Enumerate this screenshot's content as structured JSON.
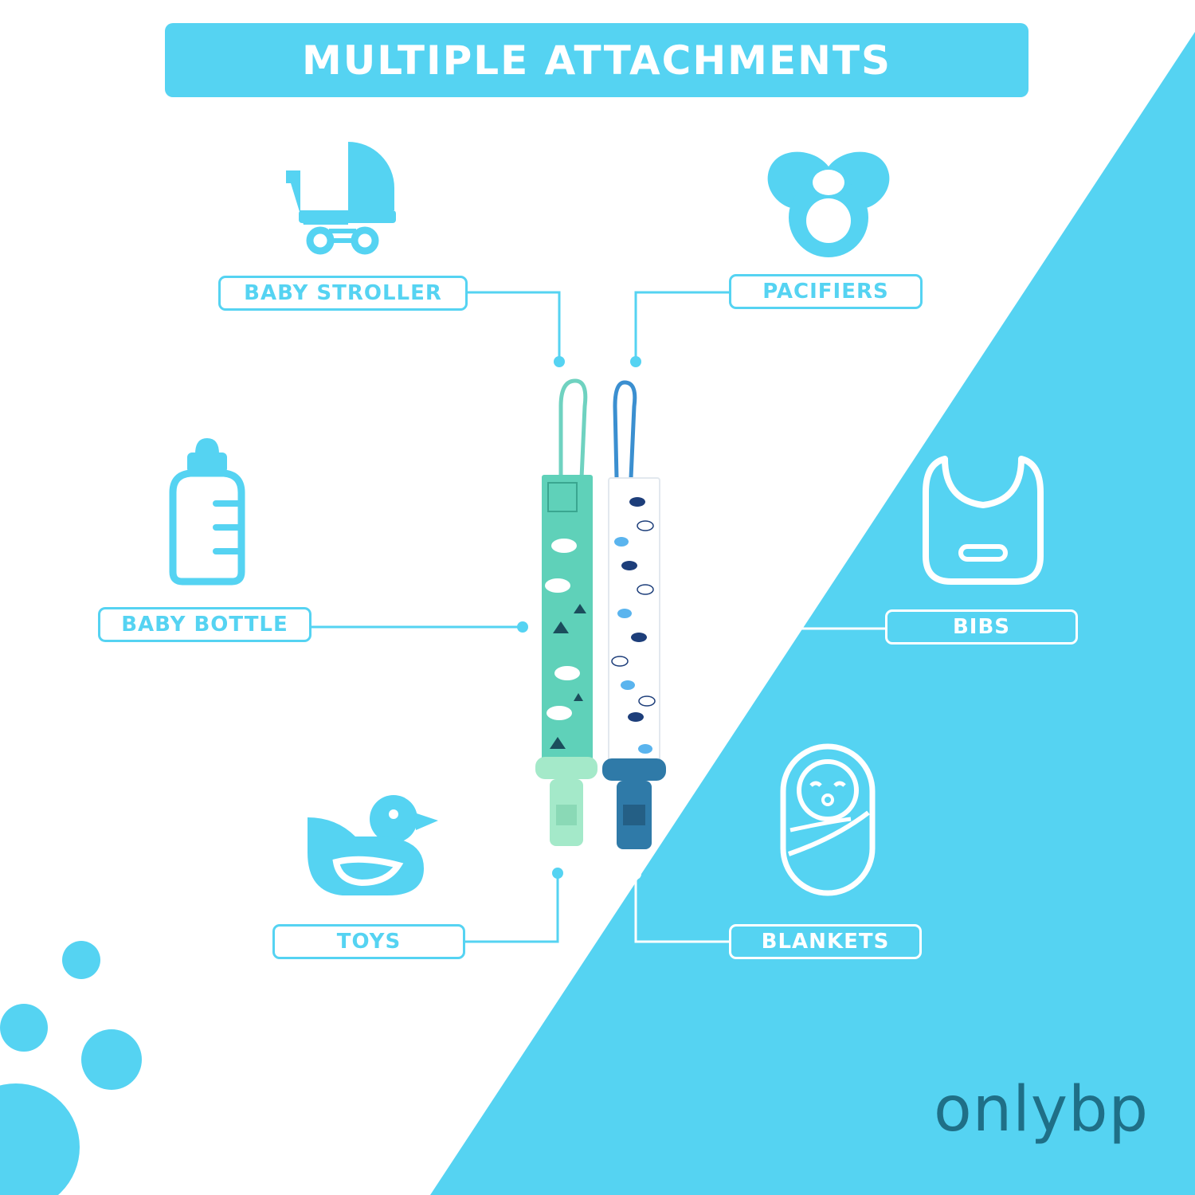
{
  "title": "MULTIPLE ATTACHMENTS",
  "labels": {
    "baby_stroller": "BABY STROLLER",
    "pacifiers": "PACIFIERS",
    "baby_bottle": "BABY BOTTLE",
    "bibs": "BIBS",
    "toys": "TOYS",
    "blankets": "BLANKETS"
  },
  "brand": "onlybp",
  "colors": {
    "accent": "#55d3f2",
    "white": "#ffffff",
    "brand": "#1f6f87",
    "clip_green": "#9ee8c8",
    "clip_blue": "#2a77a6",
    "strap_teal": "#6fd2c0"
  },
  "icons": [
    "stroller-icon",
    "pacifier-icon",
    "baby-bottle-icon",
    "bib-icon",
    "duck-toy-icon",
    "swaddled-baby-icon"
  ]
}
